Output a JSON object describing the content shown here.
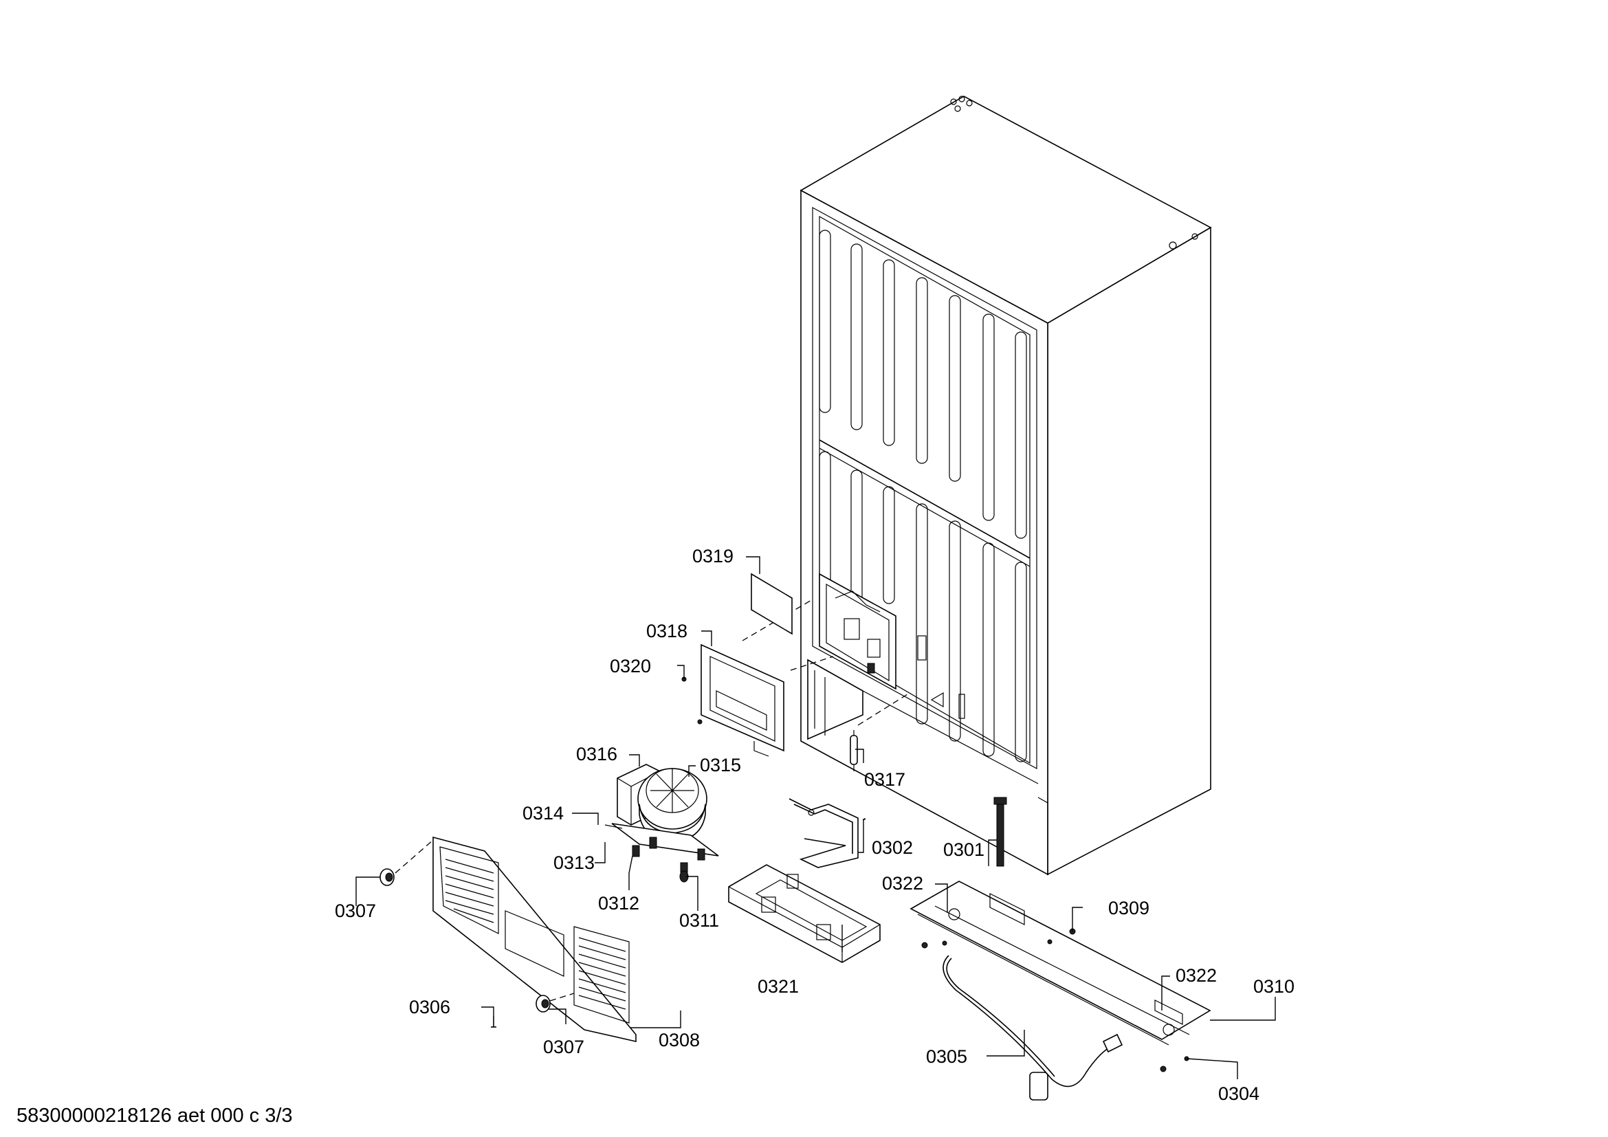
{
  "labels": {
    "p0301": "0301",
    "p0302": "0302",
    "p0304": "0304",
    "p0305": "0305",
    "p0306": "0306",
    "p0307a": "0307",
    "p0307b": "0307",
    "p0308": "0308",
    "p0309": "0309",
    "p0310": "0310",
    "p0311": "0311",
    "p0312": "0312",
    "p0313": "0313",
    "p0314": "0314",
    "p0315": "0315",
    "p0316": "0316",
    "p0317": "0317",
    "p0318": "0318",
    "p0319": "0319",
    "p0320": "0320",
    "p0321": "0321",
    "p0322a": "0322",
    "p0322b": "0322"
  },
  "footer": {
    "document_code": "58300000218126 aet 000 c 3/3"
  }
}
